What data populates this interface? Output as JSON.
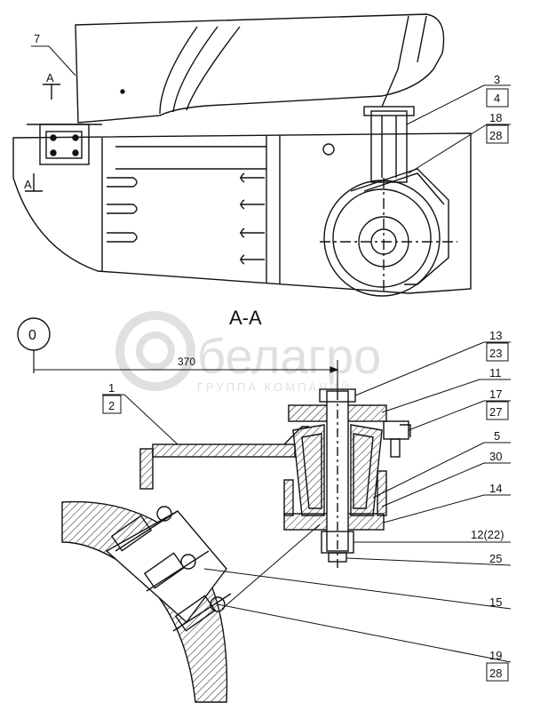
{
  "section": {
    "label": "A-A",
    "cut_mark": "A",
    "datum": "0",
    "dimension": "370"
  },
  "callouts": [
    {
      "id": "c7",
      "num": "7"
    },
    {
      "id": "c3",
      "num": "3",
      "den": "4"
    },
    {
      "id": "c18",
      "num": "18",
      "den": "28"
    },
    {
      "id": "c13",
      "num": "13",
      "den": "23"
    },
    {
      "id": "c11",
      "num": "11"
    },
    {
      "id": "c17",
      "num": "17",
      "den": "27"
    },
    {
      "id": "c5",
      "num": "5"
    },
    {
      "id": "c30",
      "num": "30"
    },
    {
      "id": "c14",
      "num": "14"
    },
    {
      "id": "c12",
      "num": "12(22)"
    },
    {
      "id": "c25",
      "num": "25"
    },
    {
      "id": "c15",
      "num": "15"
    },
    {
      "id": "c19",
      "num": "19",
      "den": "28"
    },
    {
      "id": "c1",
      "num": "1",
      "den": "2"
    }
  ],
  "watermark": {
    "brand": "белагро",
    "tagline": "ГРУППА КОМПАНИЙ"
  },
  "colors": {
    "ink": "#111111",
    "watermark": "#c8c8c8"
  }
}
